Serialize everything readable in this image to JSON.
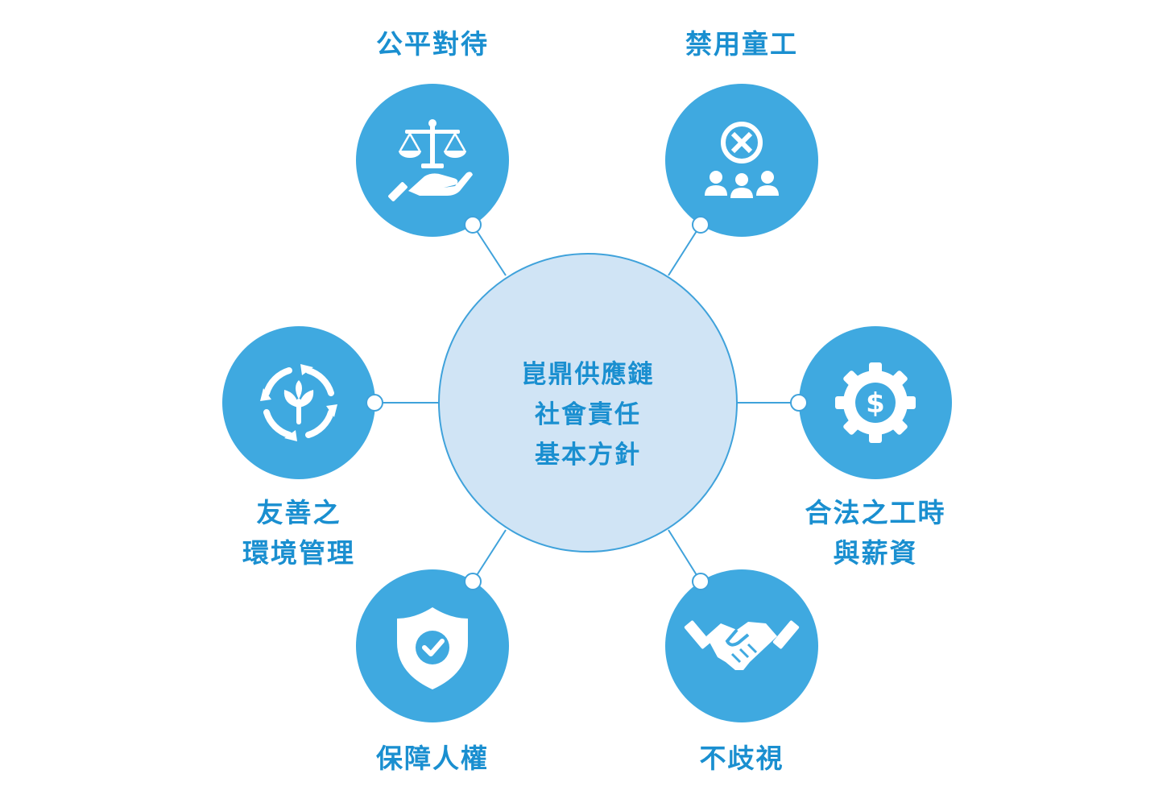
{
  "center": {
    "lines": [
      "崑鼎供應鏈",
      "社會責任",
      "基本方針"
    ]
  },
  "nodes": [
    {
      "id": "fair",
      "icon": "scales-in-hand-icon",
      "label_lines": [
        "公平對待"
      ]
    },
    {
      "id": "child",
      "icon": "no-child-labor-icon",
      "label_lines": [
        "禁用童工"
      ]
    },
    {
      "id": "env",
      "icon": "recycle-sprout-icon",
      "label_lines": [
        "友善之",
        "環境管理"
      ]
    },
    {
      "id": "wage",
      "icon": "gear-dollar-icon",
      "label_lines": [
        "合法之工時",
        "與薪資"
      ]
    },
    {
      "id": "rights",
      "icon": "shield-check-icon",
      "label_lines": [
        "保障人權"
      ]
    },
    {
      "id": "nodisc",
      "icon": "handshake-icon",
      "label_lines": [
        "不歧視"
      ]
    }
  ],
  "colors": {
    "node_fill": "#3fa9e0",
    "center_fill": "#d0e4f5",
    "stroke": "#3fa2db",
    "text": "#1a8fd0",
    "icon": "#ffffff"
  }
}
